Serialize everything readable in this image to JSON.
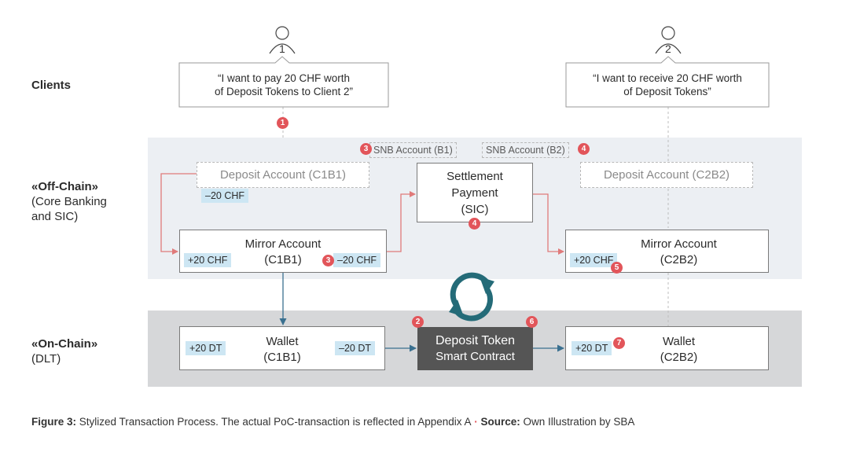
{
  "lanes": {
    "clients": "Clients",
    "offchain_title": "«Off-Chain»",
    "offchain_sub1": "(Core Banking",
    "offchain_sub2": "and SIC)",
    "onchain_title": "«On-Chain»",
    "onchain_sub": "(DLT)"
  },
  "clients": {
    "client1_number": "1",
    "client2_number": "2",
    "client1_quote_line1": "“I want to pay 20 CHF worth",
    "client1_quote_line2": "of Deposit Tokens to Client 2”",
    "client2_quote_line1": "“I want to receive 20 CHF worth",
    "client2_quote_line2": "of Deposit Tokens”"
  },
  "snb": {
    "b1": "SNB Account (B1)",
    "b2": "SNB Account (B2)"
  },
  "offchain": {
    "deposit_c1b1": "Deposit Account (C1B1)",
    "deposit_c2b2": "Deposit Account (C2B2)",
    "deposit_c1b1_chip": "–20 CHF",
    "settlement_line1": "Settlement",
    "settlement_line2": "Payment",
    "settlement_line3": "(SIC)",
    "mirror1_title": "Mirror Account",
    "mirror1_sub": "(C1B1)",
    "mirror1_chip_left": "+20 CHF",
    "mirror1_chip_right": "–20 CHF",
    "mirror2_title": "Mirror Account",
    "mirror2_sub": "(C2B2)",
    "mirror2_chip": "+20 CHF"
  },
  "onchain": {
    "wallet1_title": "Wallet",
    "wallet1_sub": "(C1B1)",
    "wallet1_chip_left": "+20 DT",
    "wallet1_chip_right": "–20 DT",
    "contract_line1": "Deposit Token",
    "contract_line2": "Smart Contract",
    "wallet2_title": "Wallet",
    "wallet2_sub": "(C2B2)",
    "wallet2_chip": "+20 DT"
  },
  "badges": [
    "1",
    "2",
    "3",
    "3",
    "4",
    "4",
    "5",
    "6",
    "7"
  ],
  "caption": {
    "label": "Figure 3:",
    "text": " Stylized Transaction Process. The actual PoC-transaction is reflected in Appendix A",
    "sep": " · ",
    "source_label": "Source:",
    "source_text": " Own Illustration by SBA"
  },
  "colors": {
    "offchain_band": "#eceff3",
    "onchain_band": "#d6d7d9",
    "flow_red": "#e07a7a",
    "badge_red": "#e2555a",
    "chip_blue": "#cde6f3",
    "cycle_teal": "#246b78",
    "contract_dark": "#555555"
  }
}
